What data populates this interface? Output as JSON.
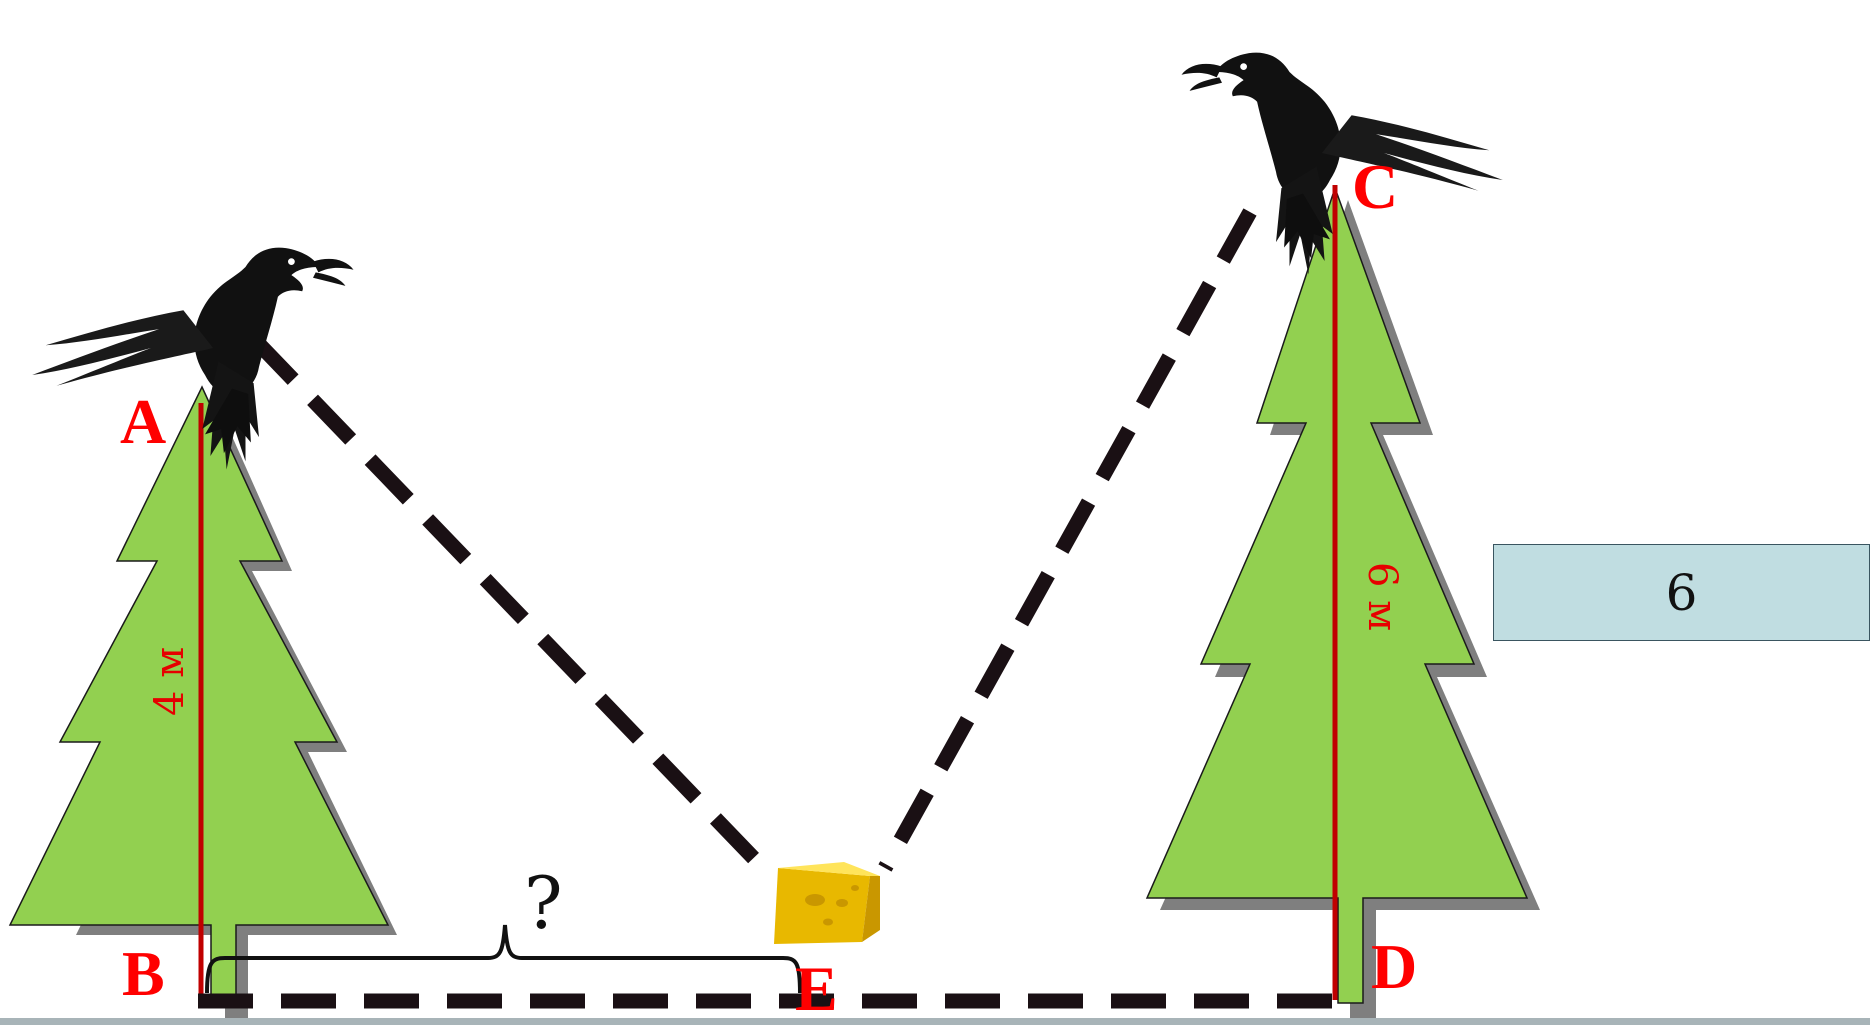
{
  "points": {
    "A": "A",
    "B": "B",
    "C": "C",
    "D": "D",
    "E": "E"
  },
  "heights": {
    "left": "4 м",
    "right": "6 м"
  },
  "unknown": "?",
  "answer": "6",
  "icons": {
    "crow": "crow-icon",
    "cheese": "cheese-icon"
  },
  "colors": {
    "tree_fill": "#92d050",
    "tree_shadow": "#7f7f7f",
    "trunk_line": "#c00000",
    "label": "#ff0000",
    "dash": "#1a1014",
    "answer_bg": "#c0dde1"
  }
}
